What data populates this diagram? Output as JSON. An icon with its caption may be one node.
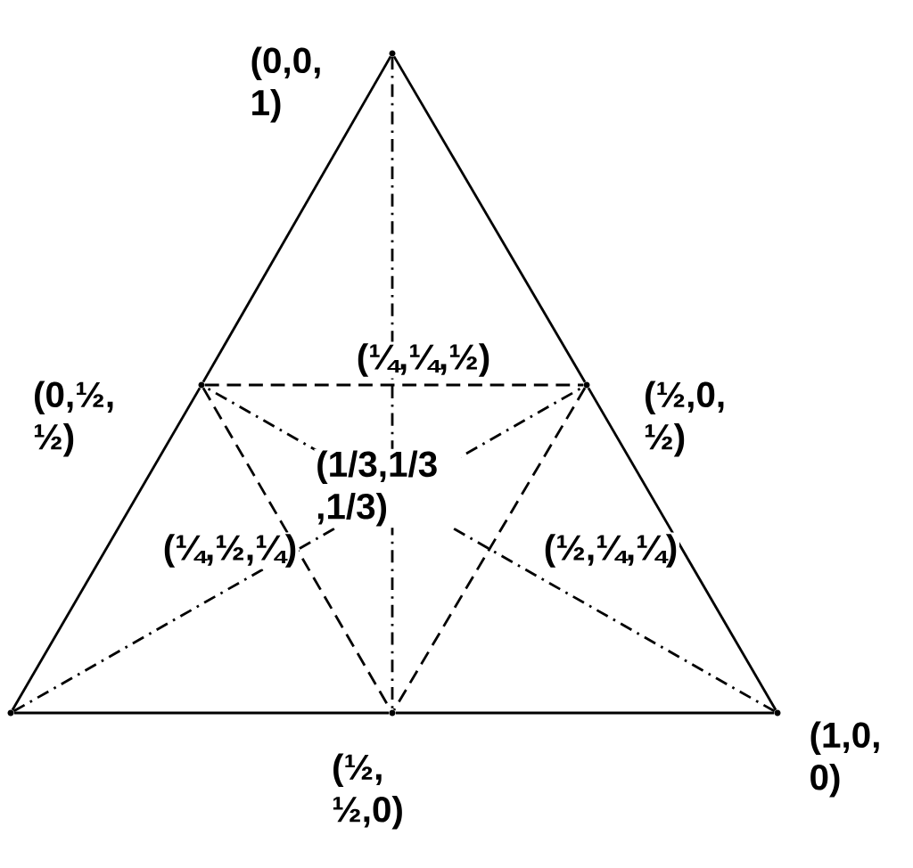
{
  "diagram": {
    "nodes": [
      {
        "text": [
          "(0,0, 1)"
        ]
      },
      {
        "text": [
          "(0,½, ½)"
        ]
      },
      {
        "text": [
          "(½,0, ½)"
        ]
      },
      {
        "text": [],
        "shape": "dot"
      },
      {
        "text": [
          "(½, ½,0)"
        ]
      },
      {
        "text": [
          "(1,0, 0)"
        ]
      }
    ],
    "edges": [
      {
        "from": 0,
        "to": 1,
        "arrow": "none"
      },
      {
        "from": 1,
        "to": 3,
        "arrow": "none"
      },
      {
        "from": 0,
        "to": 2,
        "arrow": "none"
      },
      {
        "from": 2,
        "to": 5,
        "arrow": "none"
      },
      {
        "from": 3,
        "to": 4,
        "arrow": "none"
      },
      {
        "from": 4,
        "to": 5,
        "arrow": "none"
      },
      {
        "from": 1,
        "to": 2,
        "arrow": "none",
        "style": "dashed"
      },
      {
        "from": 1,
        "to": 4,
        "arrow": "none",
        "style": "dashed"
      },
      {
        "from": 2,
        "to": 4,
        "arrow": "none",
        "style": "dashed"
      },
      {
        "from": 0,
        "to": 4,
        "arrow": "none",
        "style": "dashed"
      },
      {
        "from": 3,
        "to": 2,
        "arrow": "none",
        "style": "dashed"
      },
      {
        "from": 5,
        "to": 1,
        "arrow": "none",
        "style": "dashed"
      }
    ],
    "labels": [
      "(¼,¼,½)",
      "(1/3,1/3 ,1/3)",
      "(¼,½,¼)",
      "(½,¼,¼)"
    ]
  }
}
